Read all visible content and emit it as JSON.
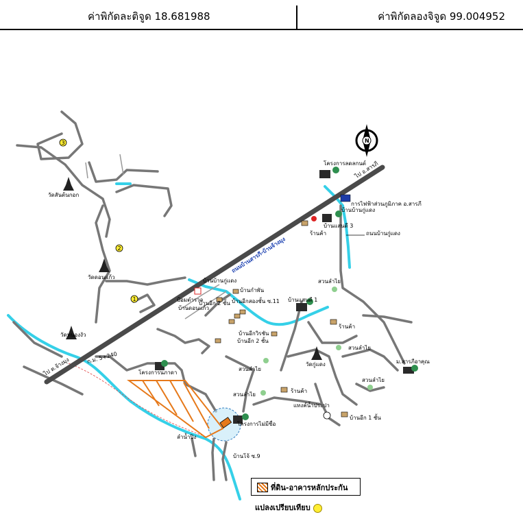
{
  "header": {
    "latitude": "ค่าพิกัดละติจูด 18.681988",
    "longitude": "ค่าพิกัดลองจิจูด 99.004952"
  },
  "compass": {
    "letter": "N"
  },
  "roads": {
    "main_road": "ถนนบ้านสารภี-บ้านจ้างมุง",
    "to_sarapee": "ไป อ.สารภี",
    "to_chang": "ไป ต.จ้างมุง",
    "side_road": "ถนนบ้านกู่แดง",
    "km_marker": "ก.ม. 5+240",
    "canal": "ลำน้ำปิง"
  },
  "markers": [
    {
      "num": "1",
      "label": ""
    },
    {
      "num": "2",
      "label": ""
    },
    {
      "num": "3",
      "label": ""
    }
  ],
  "places": {
    "wat_ton_kok": "วัดสันต้นกอก",
    "wat_don_kaew": "วัดดอนแก้ว",
    "wat_nong_ngua": "วัดหนองงัว",
    "wat_ku_daeng": "วัดกู่แดง",
    "project_lop": "โครงการลดลกนต์",
    "pea": "การไฟฟ้าส่วนภูมิภาค อ.สารภี",
    "ban_ku_daeng_village": "บ้านบ้านกู่แดง",
    "ban_saen_3": "บ้านแสนดี 3",
    "shop1": "ร้านค้า",
    "shop2": "ร้านค้า",
    "shop3": "ร้านค้า",
    "ban_ku_daeng": "บ้านบ้านกู่แดง",
    "ban_kam": "บ้านกำพัน",
    "house_2f_a": "บ้านอีก 2 ชั้น",
    "house_dorm": "บ้านอีกสองชั้น ซ.11",
    "house_2f_b": "บ้านอีกวิรชัน",
    "house_2f_c": "บ้านอีก 2 ชั้น",
    "service_station": "ป้อมตำรวจ",
    "ban_don_kaew": "บ้านดอนแก้ว",
    "ban_saen_1": "บ้านแสนดี 1",
    "orchard1": "สวนลำไย",
    "orchard2": "สวนลำไย",
    "orchard3": "สวนลำไย",
    "orchard4": "สวนลำไย",
    "orchard5": "สวนลำไย",
    "school": "ม.สารภีอาคุณ",
    "project_nakhon": "โครงการนภาดา",
    "project_mai_mi_chue": "โครงการไม่มีชื่อ",
    "water_tank": "แทงค์น้ำประปา",
    "house_1f": "บ้านอีก 1 ชั้น",
    "soi9": "บ้านโจ้ ซ.9"
  },
  "legend": {
    "subject": "ที่ดิน-อาคารหลักประกัน",
    "comparison": "แปลงเปรียบเทียบ"
  },
  "colors": {
    "road_gray": "#777777",
    "main_road": "#4a4a4a",
    "canal": "#35d0e8",
    "subject_orange": "#e6791a",
    "highlight_circle": "#bfe6f7",
    "marker_yellow": "#ffee33",
    "tree_green": "#2f8f4f"
  }
}
